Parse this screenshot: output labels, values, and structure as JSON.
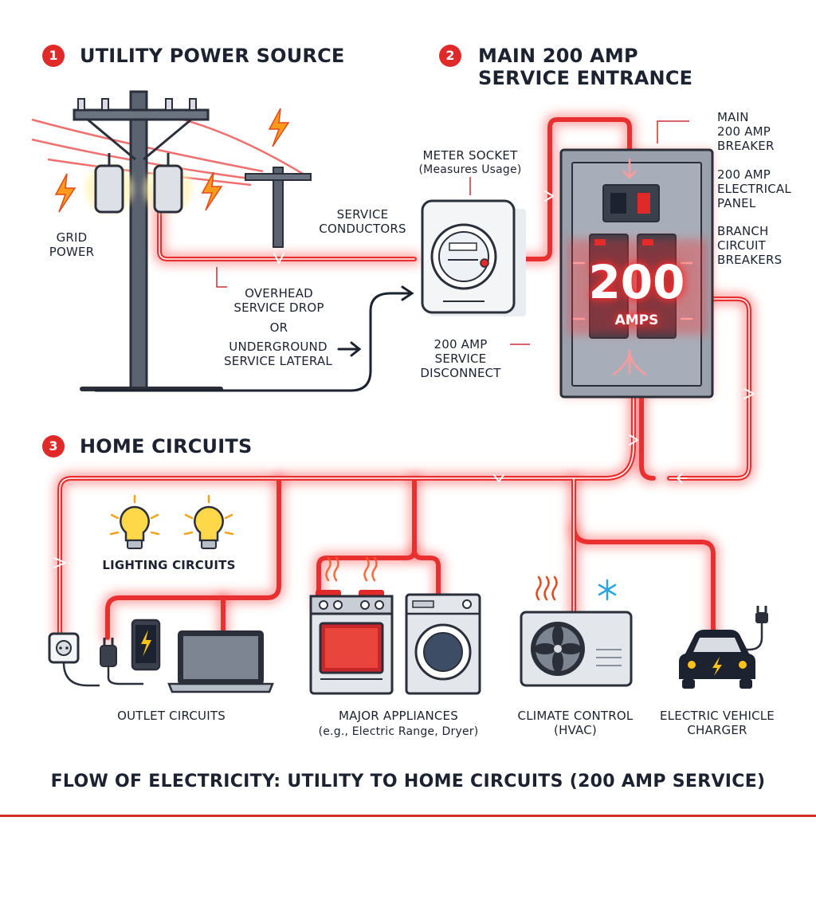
{
  "sections": [
    {
      "number": "1",
      "title": "UTILITY POWER SOURCE"
    },
    {
      "number": "2",
      "title": "MAIN 200 AMP",
      "title_line2": "SERVICE ENTRANCE"
    },
    {
      "number": "3",
      "title": "HOME CIRCUITS"
    }
  ],
  "labels": {
    "grid_power": [
      "GRID",
      "POWER"
    ],
    "overhead_drop": [
      "OVERHEAD",
      "SERVICE DROP"
    ],
    "or": "OR",
    "underground": [
      "UNDERGROUND",
      "SERVICE LATERAL"
    ],
    "service_conductors": [
      "SERVICE",
      "CONDUCTORS"
    ],
    "meter_socket": "METER SOCKET",
    "meter_socket_sub": "(Measures Usage)",
    "service_disconnect": [
      "200 AMP",
      "SERVICE",
      "DISCONNECT"
    ],
    "main_breaker": [
      "MAIN",
      "200 AMP",
      "BREAKER"
    ],
    "electrical_panel": [
      "200 AMP",
      "ELECTRICAL",
      "PANEL"
    ],
    "branch_breakers": [
      "BRANCH",
      "CIRCUIT",
      "BREAKERS"
    ],
    "panel_big": "200",
    "panel_unit": "AMPS",
    "lighting": "LIGHTING CIRCUITS",
    "outlet": "OUTLET CIRCUITS",
    "appliances": "MAJOR APPLIANCES",
    "appliances_sub": "(e.g., Electric Range, Dryer)",
    "climate": [
      "CLIMATE CONTROL",
      "(HVAC)"
    ],
    "ev": [
      "ELECTRIC VEHICLE",
      "CHARGER"
    ]
  },
  "footer": "FLOW OF ELECTRICITY: UTILITY TO HOME CIRCUITS (200 AMP SERVICE)",
  "colors": {
    "accent": "#e02a2a",
    "wire": "#ff3b3b",
    "ink": "#1c2230",
    "panel": "#9aa1ad"
  },
  "icons": [
    "utility-pole-icon",
    "transformer-icon",
    "lightning-bolt-icon",
    "electric-meter-icon",
    "electrical-panel-icon",
    "light-bulb-icon",
    "wall-outlet-icon",
    "plug-icon",
    "smartphone-icon",
    "laptop-icon",
    "stove-icon",
    "washing-machine-icon",
    "hvac-unit-icon",
    "snowflake-icon",
    "electric-car-icon"
  ]
}
